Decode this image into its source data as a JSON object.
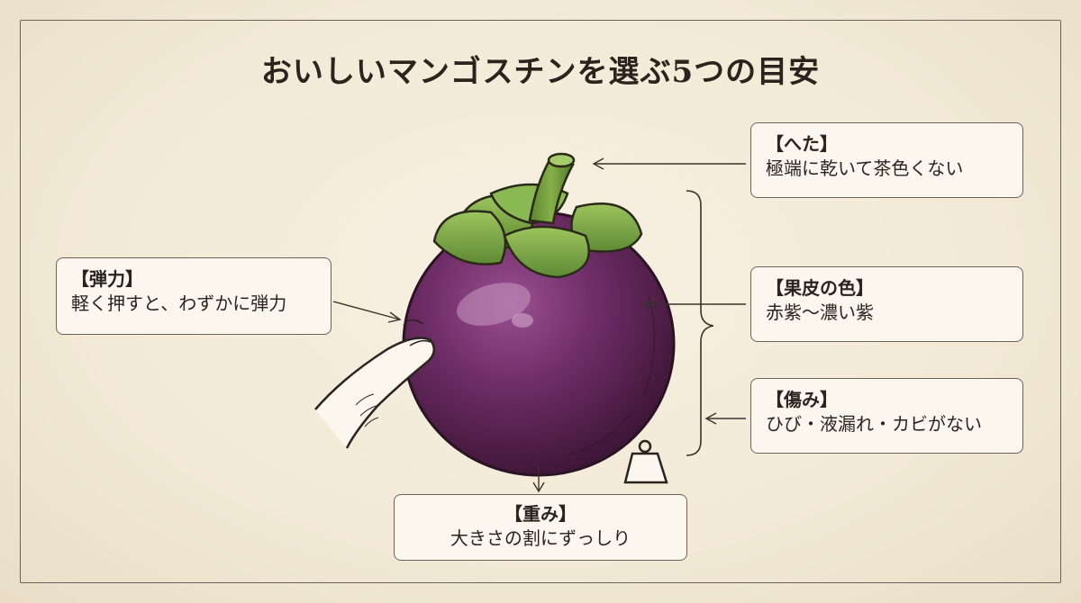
{
  "title": "おいしいマンゴスチンを選ぶ5つの目安",
  "cards": {
    "heta": {
      "head": "【へた】",
      "body": "極端に乾いて茶色くない"
    },
    "kahi": {
      "head": "【果皮の色】",
      "body": "赤紫〜濃い紫"
    },
    "kizu": {
      "head": "【傷み】",
      "body": "ひび・液漏れ・カビがない"
    },
    "danryoku": {
      "head": "【弾力】",
      "body": "軽く押すと、わずかに弾力"
    },
    "omomi": {
      "head": "【重み】",
      "body": "大きさの割にずっしり"
    }
  },
  "colors": {
    "fruit_dark": "#3f1838",
    "fruit_mid": "#6e2d66",
    "fruit_light": "#b07aa8",
    "sepal": "#7aa84a",
    "stem": "#6f9a3a",
    "outline": "#2a2420",
    "skin": "#fbf6ee"
  },
  "icons": [
    "weight-icon",
    "finger-illustration",
    "mangosteen-illustration"
  ]
}
